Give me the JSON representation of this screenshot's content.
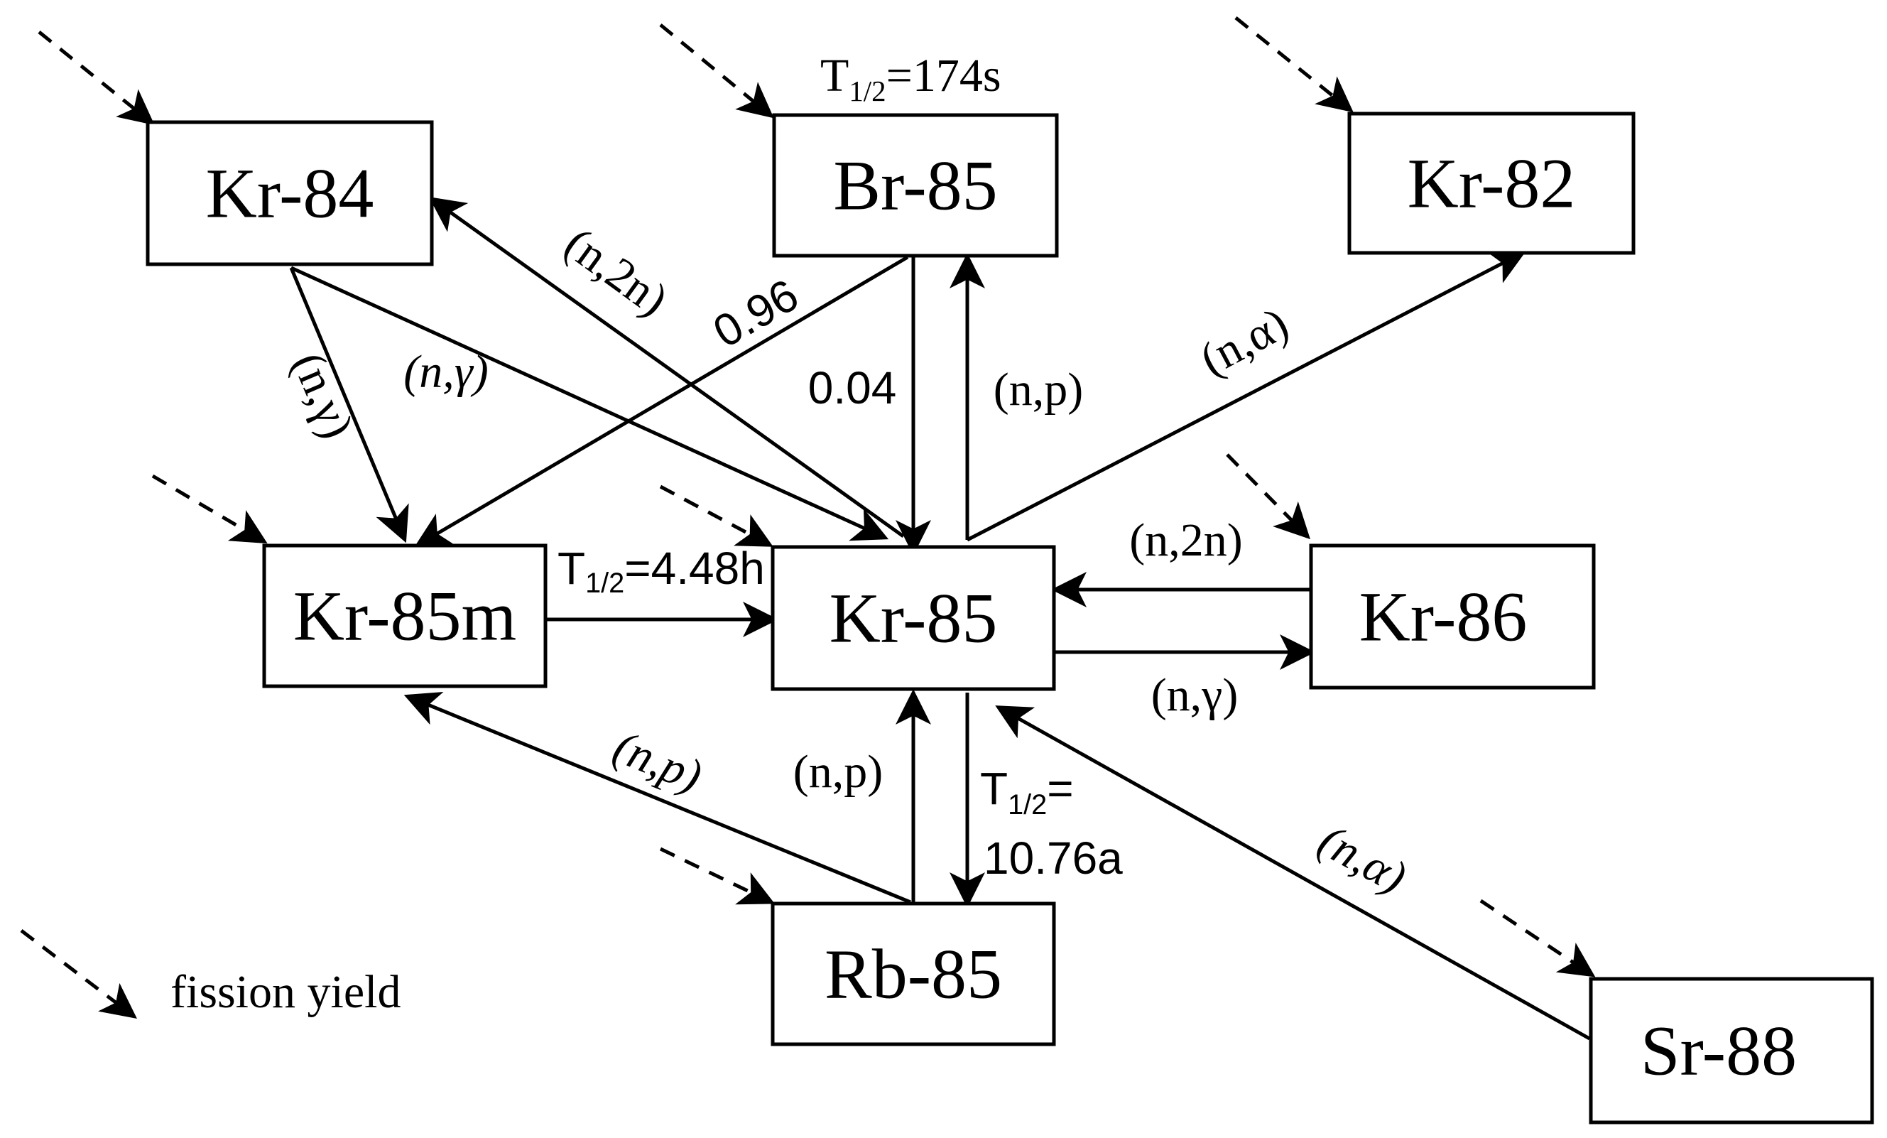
{
  "nodes": {
    "kr84": "Kr-84",
    "br85": "Br-85",
    "kr82": "Kr-82",
    "kr85m": "Kr-85m",
    "kr85": "Kr-85",
    "kr86": "Kr-86",
    "rb85": "Rb-85",
    "sr88": "Sr-88"
  },
  "labels": {
    "br85_half_life": {
      "prefix": "T",
      "sub": "1/2",
      "value": "=174s"
    },
    "kr85m_half_life": {
      "prefix": "T",
      "sub": "1/2",
      "value": "=4.48h"
    },
    "kr85_half_life": {
      "prefix": "T",
      "sub": "1/2",
      "line1_value": "=",
      "line2": "10.76a"
    },
    "kr84_kr85m_ngamma": "(n,γ)",
    "kr84_kr85_ngamma": "(n,γ)",
    "kr85_kr84_n2n": "(n,2n)",
    "br85_kr85m_fraction": "0.96",
    "br85_kr85_fraction": "0.04",
    "kr85_br85_np": "(n,p)",
    "kr85_kr82_nalpha": "(n,α)",
    "kr86_kr85_n2n": "(n,2n)",
    "kr85_kr86_ngamma": "(n,γ)",
    "rb85_kr85m_np": "(n,p)",
    "rb85_kr85_np": "(n,p)",
    "sr88_kr85_nalpha": "(n,α)"
  },
  "legend": {
    "fission_yield": "fission yield"
  },
  "colors": {
    "stroke": "#000000",
    "background": "#ffffff"
  }
}
